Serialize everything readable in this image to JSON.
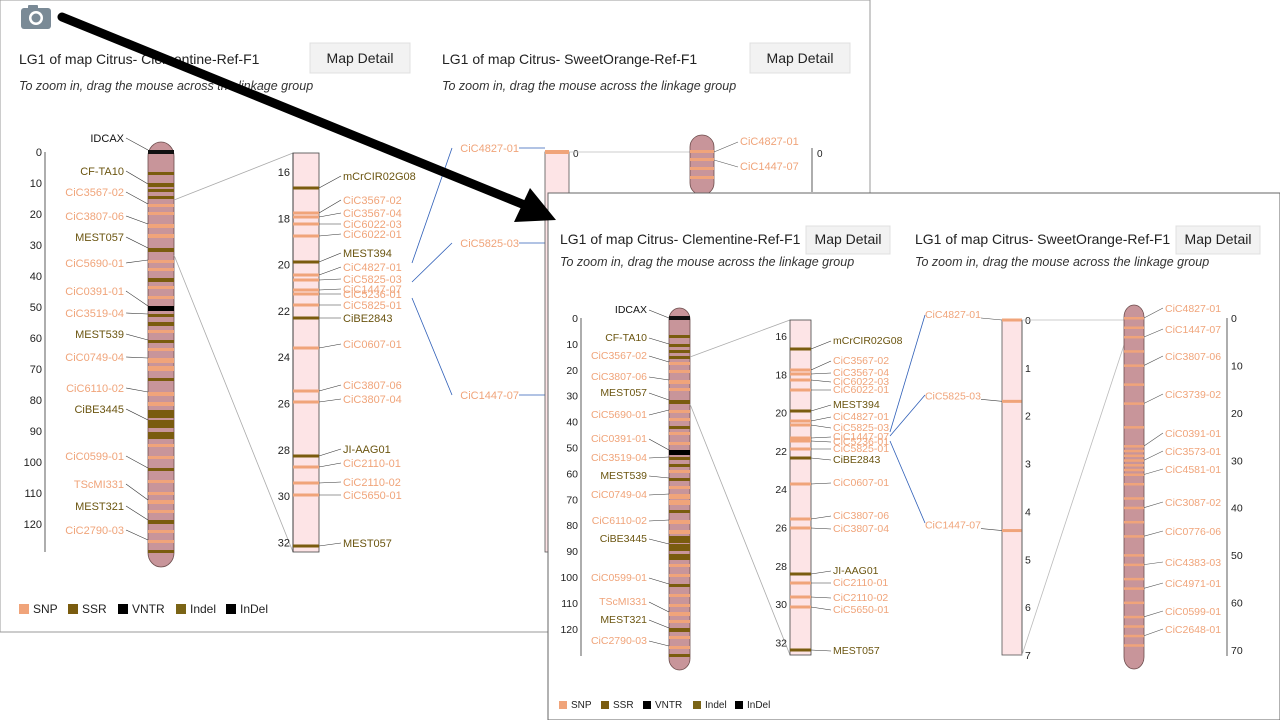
{
  "colors": {
    "snp": "#f0a47a",
    "ssr": "#7a5c0f",
    "vntr": "#000000",
    "indel": "#7a6416",
    "chrom": "#c8959a",
    "zoomfill": "#fde4e6",
    "line": "#2f5fb8"
  },
  "back": {
    "camera_icon": "camera-icon",
    "left_panel": {
      "title": "LG1 of map Citrus- Clementine-Ref-F1",
      "button": "Map Detail",
      "hint": "To zoom in, drag the mouse across the linkage group",
      "axis_ticks": [
        "0",
        "10",
        "20",
        "30",
        "40",
        "50",
        "60",
        "70",
        "80",
        "90",
        "100",
        "110",
        "120"
      ],
      "markers": [
        {
          "label": "IDCAX",
          "kind": "vntr",
          "pos": 0
        },
        {
          "label": "CF-TA10",
          "kind": "ssr",
          "pos": 9
        },
        {
          "label": "CiC3567-02",
          "kind": "snp",
          "pos": 17
        },
        {
          "label": "CiC3807-06",
          "kind": "snp",
          "pos": 27
        },
        {
          "label": "MEST057",
          "kind": "ssr",
          "pos": 32
        },
        {
          "label": "CiC5690-01",
          "kind": "snp",
          "pos": 41
        },
        {
          "label": "CiC0391-01",
          "kind": "snp",
          "pos": 51
        },
        {
          "label": "CiC3519-04",
          "kind": "snp",
          "pos": 57
        },
        {
          "label": "MEST539",
          "kind": "ssr",
          "pos": 63
        },
        {
          "label": "CiC0749-04",
          "kind": "snp",
          "pos": 70
        },
        {
          "label": "CiC6110-02",
          "kind": "snp",
          "pos": 80
        },
        {
          "label": "CiBE3445",
          "kind": "ssr",
          "pos": 86
        },
        {
          "label": "CiC0599-01",
          "kind": "snp",
          "pos": 103
        },
        {
          "label": "TScMI331",
          "kind": "snp",
          "pos": 112
        },
        {
          "label": "MEST321",
          "kind": "ssr",
          "pos": 118
        },
        {
          "label": "CiC2790-03",
          "kind": "snp",
          "pos": 125
        }
      ],
      "zoom_ticks": [
        "16",
        "18",
        "20",
        "22",
        "24",
        "26",
        "28",
        "30",
        "32"
      ],
      "zoom_markers": [
        {
          "label": "mCrCIR02G08",
          "kind": "ssr",
          "pos": 16.4
        },
        {
          "label": "CiC3567-02",
          "kind": "snp",
          "pos": 17.7
        },
        {
          "label": "CiC3567-04",
          "kind": "snp",
          "pos": 18.2
        },
        {
          "label": "CiC6022-03",
          "kind": "snp",
          "pos": 18.7
        },
        {
          "label": "CiC6022-01",
          "kind": "snp",
          "pos": 19.1
        },
        {
          "label": "MEST394",
          "kind": "ssr",
          "pos": 19.8
        },
        {
          "label": "CiC4827-01",
          "kind": "snp",
          "pos": 20.4
        },
        {
          "label": "CiC5825-03",
          "kind": "snp",
          "pos": 20.9
        },
        {
          "label": "CiC1447-07",
          "kind": "snp",
          "pos": 21.3
        },
        {
          "label": "CiC5236-01",
          "kind": "snp",
          "pos": 21.5
        },
        {
          "label": "CiC5825-01",
          "kind": "snp",
          "pos": 21.9
        },
        {
          "label": "CiBE2843",
          "kind": "ssr",
          "pos": 22.4
        },
        {
          "label": "CiC0607-01",
          "kind": "snp",
          "pos": 23.6
        },
        {
          "label": "CiC3807-06",
          "kind": "snp",
          "pos": 25.4
        },
        {
          "label": "CiC3807-04",
          "kind": "snp",
          "pos": 25.9
        },
        {
          "label": "JI-AAG01",
          "kind": "ssr",
          "pos": 28.2
        },
        {
          "label": "CiC2110-01",
          "kind": "snp",
          "pos": 28.7
        },
        {
          "label": "CiC2110-02",
          "kind": "snp",
          "pos": 29.5
        },
        {
          "label": "CiC5650-01",
          "kind": "snp",
          "pos": 30.0
        },
        {
          "label": "MEST057",
          "kind": "ssr",
          "pos": 32.4
        }
      ]
    },
    "right_panel": {
      "title": "LG1 of map Citrus- SweetOrange-Ref-F1",
      "button": "Map Detail",
      "hint": "To zoom in, drag the mouse across the linkage group",
      "zoom_labels": [
        "CiC4827-01",
        "CiC5825-03",
        "CiC1447-07"
      ],
      "zoom_ticks": [
        "0"
      ],
      "chrom_labels": [
        "CiC4827-01",
        "CiC1447-07"
      ],
      "axis_ticks": [
        "0"
      ]
    },
    "legend": [
      {
        "label": "SNP",
        "kind": "snp"
      },
      {
        "label": "SSR",
        "kind": "ssr"
      },
      {
        "label": "VNTR",
        "kind": "vntr"
      },
      {
        "label": "Indel",
        "kind": "indel"
      },
      {
        "label": "InDel",
        "kind": "vntr"
      }
    ]
  },
  "front": {
    "left_panel": {
      "title": "LG1 of map Citrus- Clementine-Ref-F1",
      "button": "Map Detail",
      "hint": "To zoom in, drag the mouse across the linkage group"
    },
    "right_panel": {
      "title": "LG1 of map Citrus- SweetOrange-Ref-F1",
      "button": "Map Detail",
      "hint": "To zoom in, drag the mouse across the linkage group",
      "zoom_ticks": [
        "0",
        "1",
        "2",
        "3",
        "4",
        "5",
        "6",
        "7"
      ],
      "zoom_markers": [
        {
          "label": "CiC4827-01",
          "pos": 0
        },
        {
          "label": "CiC5825-03",
          "pos": 1.7
        },
        {
          "label": "CiC1447-07",
          "pos": 4.4
        }
      ],
      "axis_ticks": [
        "0",
        "10",
        "20",
        "30",
        "40",
        "50",
        "60",
        "70"
      ],
      "markers": [
        {
          "label": "CiC4827-01",
          "pos": 0
        },
        {
          "label": "CiC1447-07",
          "pos": 4
        },
        {
          "label": "CiC3807-06",
          "pos": 10
        },
        {
          "label": "CiC3739-02",
          "pos": 18
        },
        {
          "label": "CiC0391-01",
          "pos": 27
        },
        {
          "label": "CiC3573-01",
          "pos": 30
        },
        {
          "label": "CiC4581-01",
          "pos": 33
        },
        {
          "label": "CiC3087-02",
          "pos": 40
        },
        {
          "label": "CiC0776-06",
          "pos": 46
        },
        {
          "label": "CiC4383-03",
          "pos": 52
        },
        {
          "label": "CiC4971-01",
          "pos": 57
        },
        {
          "label": "CiC0599-01",
          "pos": 63
        },
        {
          "label": "CiC2648-01",
          "pos": 67
        }
      ]
    },
    "legend": [
      {
        "label": "SNP",
        "kind": "snp"
      },
      {
        "label": "SSR",
        "kind": "ssr"
      },
      {
        "label": "VNTR",
        "kind": "vntr"
      },
      {
        "label": "Indel",
        "kind": "indel"
      },
      {
        "label": "InDel",
        "kind": "vntr"
      }
    ]
  }
}
